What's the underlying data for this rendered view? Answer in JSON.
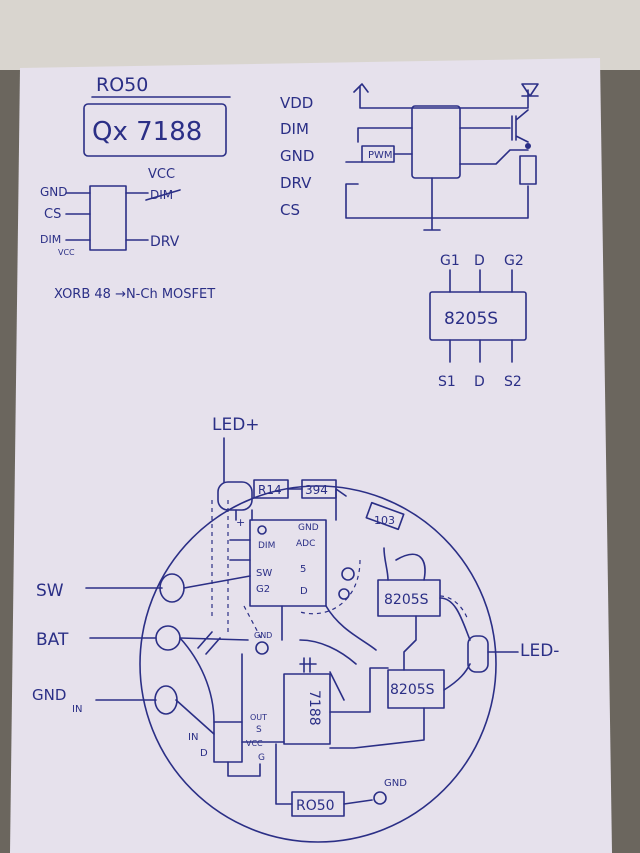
{
  "top_left": {
    "part_label": "RO50",
    "marking": "Qx 7188",
    "pins_left": [
      "GND",
      "CS",
      "DIM"
    ],
    "pin_dim_sub": "VCC",
    "pins_right": [
      "VCC",
      "DIM",
      "DRV"
    ],
    "note": "XORB 48 →N-Ch MOSFET"
  },
  "top_right": {
    "signals": [
      "VDD",
      "DIM",
      "GND",
      "DRV",
      "CS"
    ],
    "pwm_label": "PWM",
    "mosfet_part": "8205S",
    "mosfet_pins_top": [
      "G1",
      "D",
      "G2"
    ],
    "mosfet_pins_bottom": [
      "S1",
      "D",
      "S2"
    ]
  },
  "board": {
    "led_plus": "LED+",
    "led_minus": "LED-",
    "sw": "SW",
    "bat": "BAT",
    "gnd_in": "GND",
    "gnd_in_sub": "IN",
    "r1": "R14",
    "r2": "394",
    "r3": "103",
    "ic_pins_left": [
      "DIM",
      "SW",
      "G2"
    ],
    "ic_pins_right": [
      "GND",
      "ADC"
    ],
    "mos_upper": "8205S",
    "mos_lower": "8205S",
    "driver": "7188",
    "reg_pins": [
      "IN",
      "D",
      "OUT",
      "S",
      "VCC",
      "G"
    ],
    "bottom_part": "RO50",
    "gnd_bottom": "GND",
    "gnd_mid": "GND",
    "misc_labels": [
      "+",
      "5",
      "D"
    ]
  },
  "colors": {
    "paper": "#e6e1ec",
    "ink": "#2b2f86",
    "background": "#5a5650"
  }
}
